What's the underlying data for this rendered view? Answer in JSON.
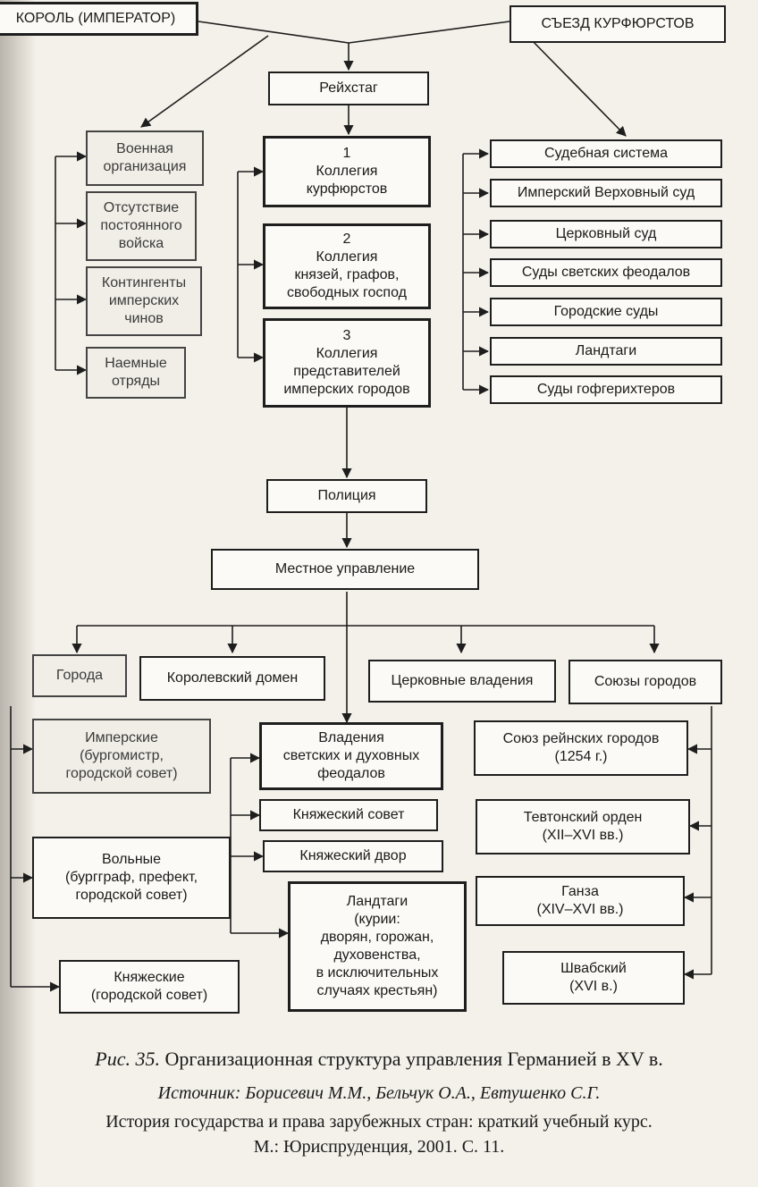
{
  "boxes": {
    "king": "КОРОЛЬ (ИМПЕРАТОР)",
    "electors_congress": "СЪЕЗД КУРФЮРСТОВ",
    "reichstag": "Рейхстаг",
    "military_org": "Военная\nорганизация",
    "no_army": "Отсутствие\nпостоянного\nвойска",
    "contingents": "Контингенты\nимперских\nчинов",
    "mercenaries": "Наемные\nотряды",
    "college1": "1\nКоллегия\nкурфюрстов",
    "college2": "2\nКоллегия\nкнязей, графов,\nсвободных господ",
    "college3": "3\nКоллегия\nпредставителей\nимперских городов",
    "judicial_system": "Судебная система",
    "imperial_court": "Имперский Верховный суд",
    "church_court": "Церковный суд",
    "secular_courts": "Суды светских феодалов",
    "city_courts": "Городские суды",
    "landtags": "Ландтаги",
    "hofgericht_courts": "Суды гофгерихтеров",
    "police": "Полиция",
    "local_government": "Местное управление",
    "cities": "Города",
    "royal_domain": "Королевский домен",
    "church_possessions": "Церковные владения",
    "city_unions": "Союзы городов",
    "imperial_cities": "Имперские\n(бургомистр,\nгородской совет)",
    "free_cities": "Вольные\n(бургграф, префект,\nгородской совет)",
    "princely_cities": "Княжеские\n(городской совет)",
    "feudal_possessions": "Владения\nсветских и духовных\nфеодалов",
    "princely_council": "Княжеский совет",
    "princely_court": "Княжеский двор",
    "landtags_curiae": "Ландтаги\n(курии:\nдворян, горожан,\nдуховенства,\nв исключительных\nслучаях крестьян)",
    "rhine_union": "Союз рейнских городов\n(1254 г.)",
    "teutonic_order": "Тевтонский орден\n(XII–XVI вв.)",
    "hansa": "Ганза\n(XIV–XVI вв.)",
    "swabian": "Швабский\n(XVI в.)"
  },
  "caption": {
    "fig_label": "Рис. 35.",
    "title": "Организационная структура управления Германией в XV в.",
    "source_label": "Источник:",
    "authors": "Борисевич М.М., Бельчук О.А., Евтушенко С.Г.",
    "book": "История государства и права зарубежных стран: краткий учебный курс.",
    "publisher": "М.: Юриспруденция, 2001. С. 11."
  }
}
